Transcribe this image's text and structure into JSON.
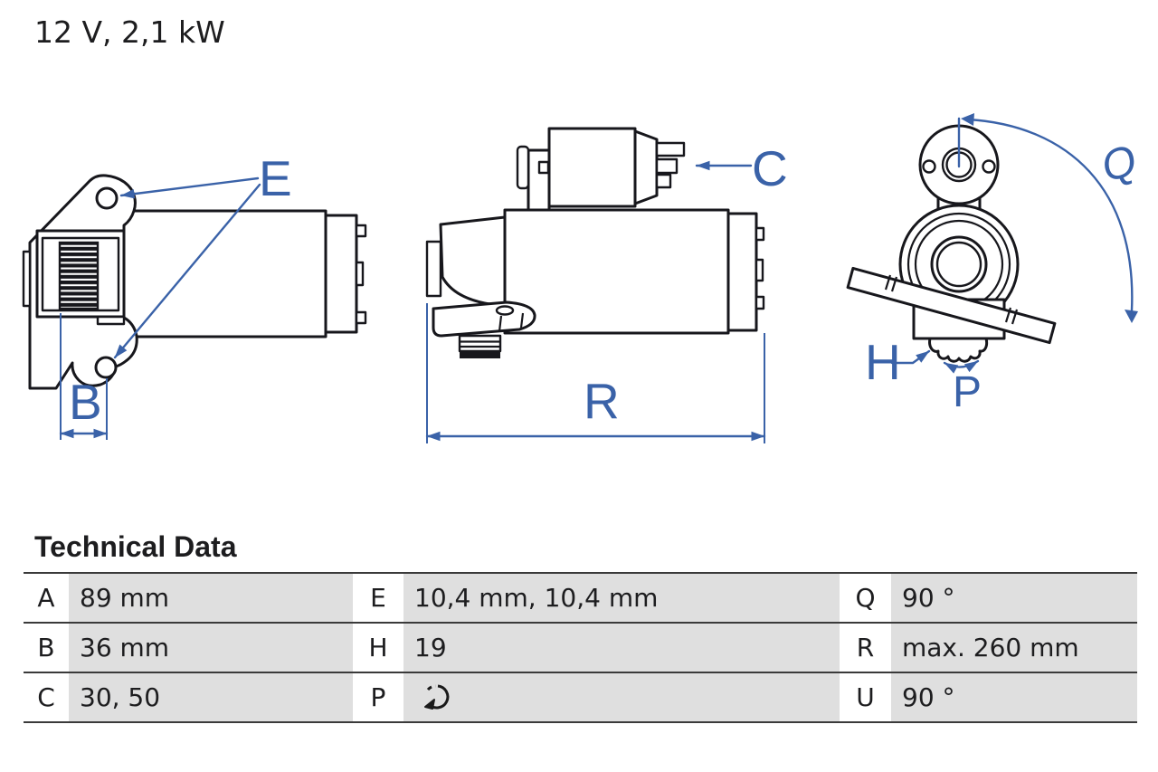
{
  "title": "12 V, 2,1 kW",
  "drawing_labels": {
    "e": "E",
    "b": "B",
    "c": "C",
    "r": "R",
    "q": "Q",
    "h": "H",
    "p": "P"
  },
  "table": {
    "heading": "Technical Data",
    "rows": [
      [
        {
          "label": "A",
          "value": "89 mm"
        },
        {
          "label": "E",
          "value": "10,4 mm, 10,4 mm"
        },
        {
          "label": "Q",
          "value": "90 °"
        }
      ],
      [
        {
          "label": "B",
          "value": "36 mm"
        },
        {
          "label": "H",
          "value": "19"
        },
        {
          "label": "R",
          "value": "max. 260 mm"
        }
      ],
      [
        {
          "label": "C",
          "value": "30, 50"
        },
        {
          "label": "P",
          "value": "",
          "icon": "rotation-direction-icon"
        },
        {
          "label": "U",
          "value": "90 °"
        }
      ]
    ]
  },
  "colors": {
    "annotation_blue": "#3a62a8",
    "drawing_black": "#17171c",
    "table_value_bg": "#dfdfdf",
    "table_line": "#3a3a3a",
    "text": "#1d1d1f"
  }
}
